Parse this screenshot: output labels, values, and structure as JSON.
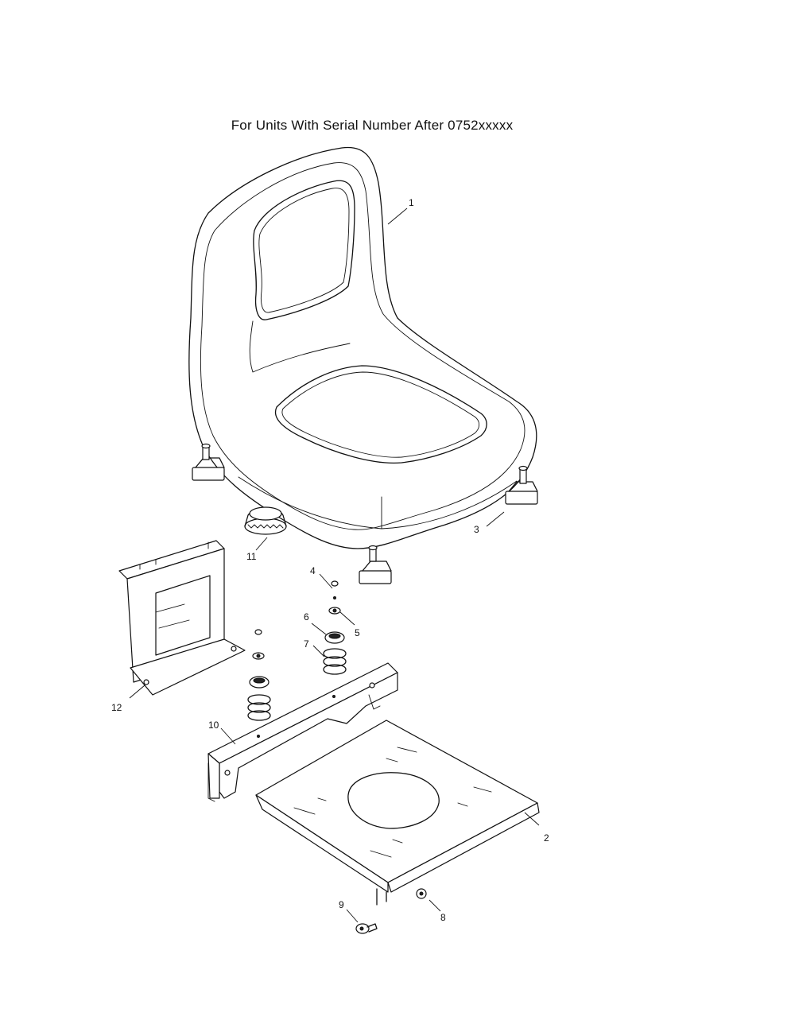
{
  "title": "For Units With Serial Number After 0752xxxxx",
  "parts": [
    {
      "id": "1",
      "label": "1",
      "name": "seat"
    },
    {
      "id": "2",
      "label": "2",
      "name": "seat-pan"
    },
    {
      "id": "3",
      "label": "3",
      "name": "seat-mount-stud"
    },
    {
      "id": "4",
      "label": "4",
      "name": "small-nut"
    },
    {
      "id": "5",
      "label": "5",
      "name": "washer"
    },
    {
      "id": "6",
      "label": "6",
      "name": "spring-cap"
    },
    {
      "id": "7",
      "label": "7",
      "name": "spring"
    },
    {
      "id": "8",
      "label": "8",
      "name": "bolt-right"
    },
    {
      "id": "9",
      "label": "9",
      "name": "bolt-left"
    },
    {
      "id": "10",
      "label": "10",
      "name": "slide-rail"
    },
    {
      "id": "11",
      "label": "11",
      "name": "seat-switch"
    },
    {
      "id": "12",
      "label": "12",
      "name": "seat-bracket"
    }
  ]
}
